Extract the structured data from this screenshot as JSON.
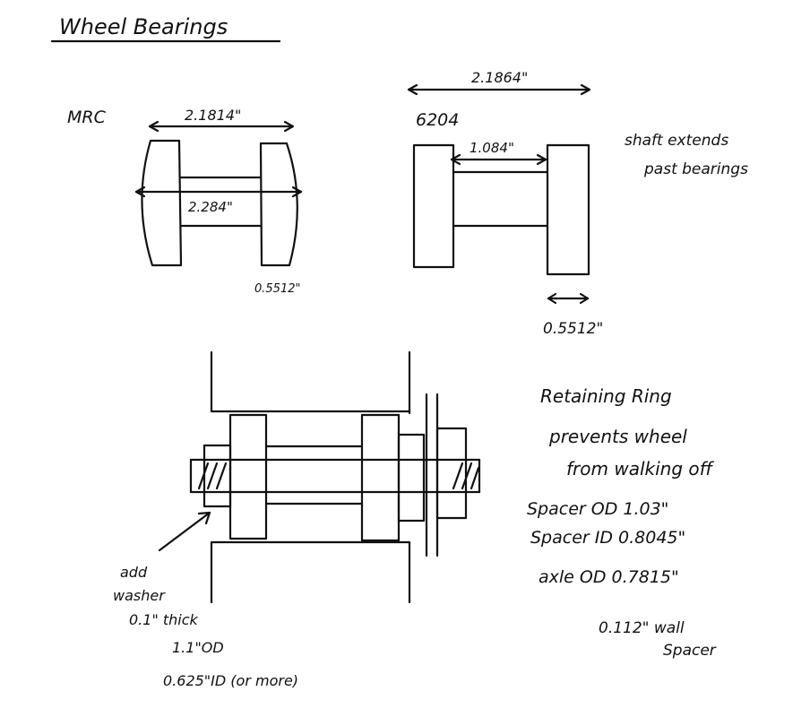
{
  "title": "Wheel Bearings",
  "mrc": {
    "label": "MRC",
    "top_dim": "2.1814\"",
    "inner_dim": "2.284\"",
    "width_dim": "0.5512\""
  },
  "b6204": {
    "label": "6204",
    "top_dim": "2.1864\"",
    "inner_dim": "1.084\"",
    "width_dim": "0.5512\""
  },
  "shaft_note": [
    "shaft extends",
    "past bearings"
  ],
  "retaining": [
    "Retaining Ring",
    "prevents wheel",
    "from walking off"
  ],
  "specs": [
    "Spacer OD 1.03\"",
    "Spacer ID 0.8045\"",
    "axle OD 0.7815\""
  ],
  "wall_note": [
    "0.112\" wall",
    "Spacer"
  ],
  "washer_note": [
    "add",
    "washer",
    "0.1\" thick",
    "1.1\"OD",
    "0.625\"ID (or more)"
  ],
  "colors": {
    "ink": "#111111",
    "paper": "#ffffff"
  }
}
